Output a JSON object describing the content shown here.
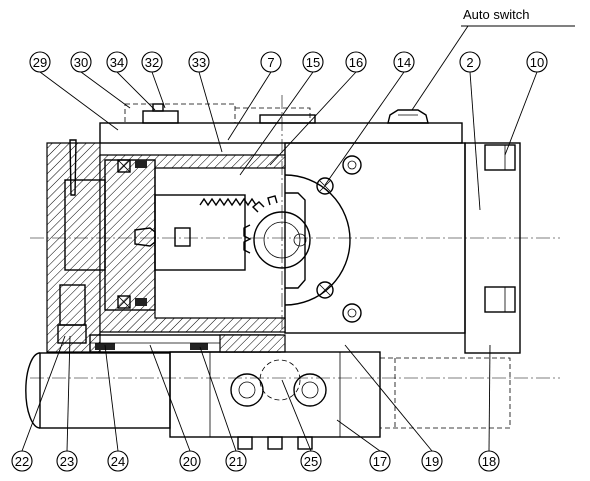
{
  "auto_switch_label": "Auto switch",
  "callouts": {
    "n29": "29",
    "n30": "30",
    "n34": "34",
    "n32": "32",
    "n33": "33",
    "n7": "7",
    "n15": "15",
    "n16": "16",
    "n14": "14",
    "n2": "2",
    "n10": "10",
    "n22": "22",
    "n23": "23",
    "n24": "24",
    "n20": "20",
    "n21": "21",
    "n25": "25",
    "n17": "17",
    "n19": "19",
    "n18": "18"
  }
}
